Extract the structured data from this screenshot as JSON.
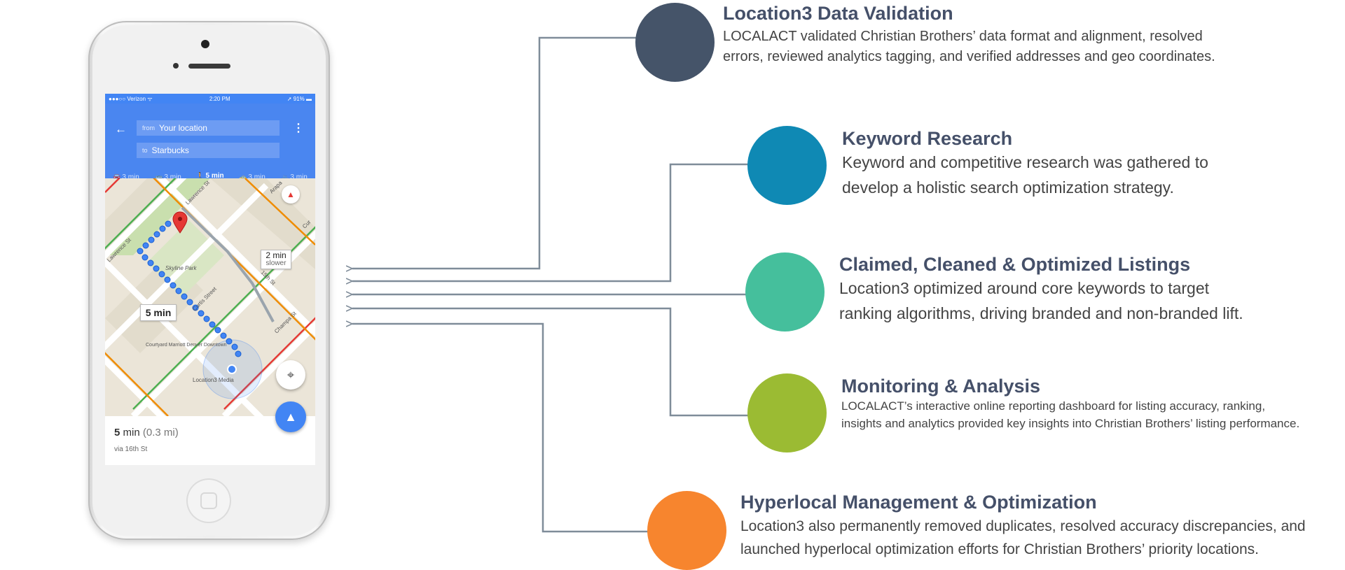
{
  "phone": {
    "status": {
      "carrier": "●●●○○ Verizon ᯤ",
      "time": "2:20 PM",
      "battery": "➚ 91% ▬"
    },
    "search": {
      "from_label": "from",
      "from_value": "Your location",
      "to_label": "to",
      "to_value": "Starbucks"
    },
    "modes": [
      {
        "icon": "car-icon",
        "glyph": "🚘",
        "label": "3 min"
      },
      {
        "icon": "transit-icon",
        "glyph": "🚌",
        "label": "3 min"
      },
      {
        "icon": "walk-icon",
        "glyph": "🚶",
        "label": "5 min",
        "active": true
      },
      {
        "icon": "ride-icon",
        "glyph": "🚕",
        "label": "3 min"
      },
      {
        "icon": "bike-icon",
        "glyph": "🚲",
        "label": "3 min"
      }
    ],
    "map": {
      "streets": [
        "Lawrence St",
        "Lawrence St",
        "Curtis Street",
        "15th St",
        "Champa St",
        "Arapa",
        "Cur"
      ],
      "places": [
        "Skyline Park",
        "Courtyard Marriott Denver Downtown",
        "Location3 Media"
      ],
      "callout_main": "5 min",
      "callout_alt_time": "2 min",
      "callout_alt_note": "slower"
    },
    "summary": {
      "eta_value": "5",
      "eta_unit": " min",
      "distance": " (0.3 mi)",
      "via": "via 16th St"
    }
  },
  "steps": [
    {
      "title": "Location3 Data Validation",
      "lines": [
        "LOCALACT validated Christian Brothers’ data format and alignment, resolved",
        "errors, reviewed analytics tagging, and verified addresses and geo coordinates."
      ],
      "color": "#455469"
    },
    {
      "title": "Keyword Research",
      "lines": [
        "Keyword and competitive research was gathered to",
        "develop a holistic search optimization strategy."
      ],
      "color": "#0f89b4"
    },
    {
      "title": "Claimed, Cleaned & Optimized Listings",
      "lines": [
        "Location3 optimized around core keywords to target",
        "ranking algorithms, driving branded and non-branded lift."
      ],
      "color": "#45bf9c"
    },
    {
      "title": "Monitoring & Analysis",
      "lines": [
        "LOCALACT’s interactive online reporting dashboard for listing accuracy, ranking,",
        "insights and analytics provided key insights into Christian Brothers’ listing performance."
      ],
      "color": "#9bbb33"
    },
    {
      "title": "Hyperlocal Management & Optimization",
      "lines": [
        "Location3 also permanently removed duplicates, resolved accuracy discrepancies, and",
        "launched hyperlocal optimization efforts for Christian Brothers’ priority locations."
      ],
      "color": "#f7852e"
    }
  ]
}
